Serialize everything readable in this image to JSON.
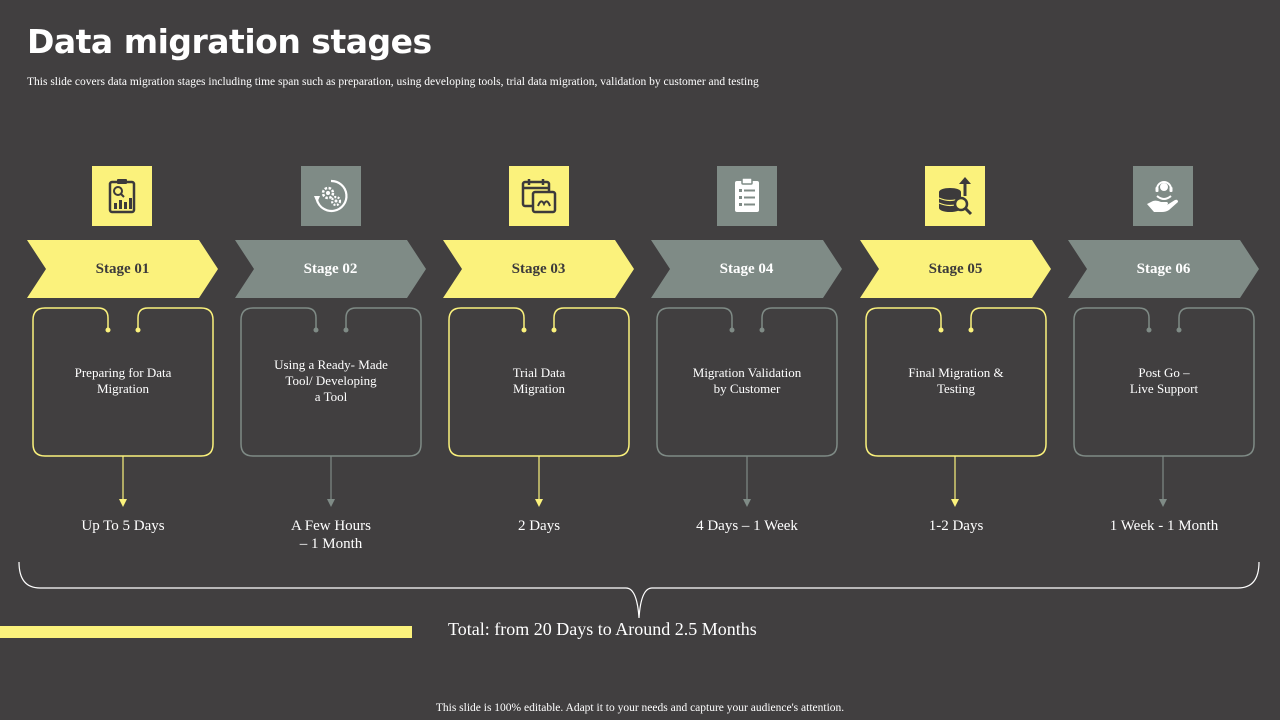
{
  "title": "Data migration stages",
  "subtitle": "This slide covers data migration  stages including  time span such as preparation, using developing tools, trial data migration,  validation by customer and testing",
  "colors": {
    "background": "#413f40",
    "yellow": "#fbf27c",
    "gray": "#7f8b86"
  },
  "stages": [
    {
      "label": "Stage 01",
      "description": "Preparing for Data\nMigration",
      "duration": "Up To  5 Days",
      "icon": "report-chart-icon",
      "theme": "yellow"
    },
    {
      "label": "Stage 02",
      "description": "Using a Ready- Made\nTool/ Developing\na Tool",
      "duration": "A Few Hours\n– 1 Month",
      "icon": "gear-cycle-icon",
      "theme": "gray"
    },
    {
      "label": "Stage 03",
      "description": "Trial Data\nMigration",
      "duration": "2 Days",
      "icon": "calendar-icon",
      "theme": "yellow"
    },
    {
      "label": "Stage 04",
      "description": "Migration Validation\nby Customer",
      "duration": "4 Days – 1 Week",
      "icon": "clipboard-checklist-icon",
      "theme": "gray"
    },
    {
      "label": "Stage 05",
      "description": "Final Migration &\nTesting",
      "duration": "1-2 Days",
      "icon": "database-search-icon",
      "theme": "yellow"
    },
    {
      "label": "Stage 06",
      "description": "Post Go  –\nLive Support",
      "duration": "1 Week - 1 Month",
      "icon": "support-hand-icon",
      "theme": "gray"
    }
  ],
  "total": "Total: from 20 Days to Around 2.5 Months",
  "footer": "This slide is 100% editable.  Adapt it to your needs and capture your audience's  attention."
}
